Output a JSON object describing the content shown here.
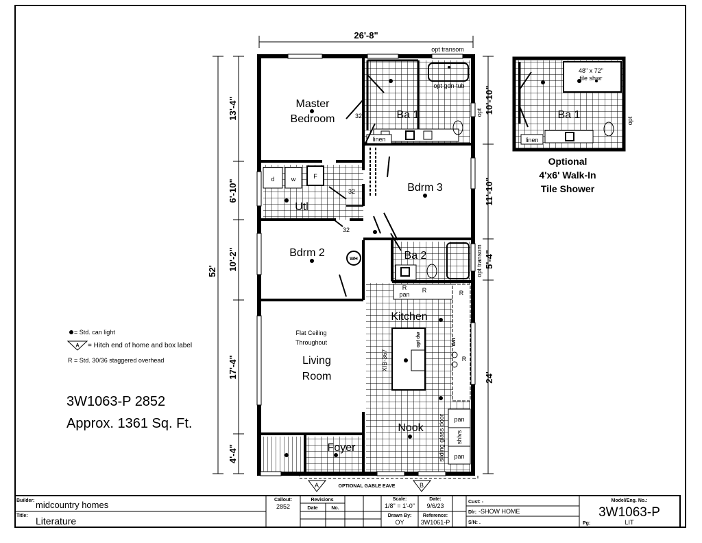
{
  "overall": {
    "width": "26'-8\"",
    "length": "52'"
  },
  "left_dims": [
    "13'-4\"",
    "6'-10\"",
    "10'-2\"",
    "17'-4\"",
    "4'-4\""
  ],
  "right_dims": [
    "10'-10\"",
    "11'-10\"",
    "5'-4\"",
    "24'"
  ],
  "rooms": {
    "master": [
      "Master",
      "Bedroom"
    ],
    "ba1": "Ba 1",
    "utl": "Utl",
    "bdrm3": "Bdrm 3",
    "bdrm2": "Bdrm 2",
    "ba2": "Ba 2",
    "kitchen": "Kitchen",
    "living": [
      "Living",
      "Room"
    ],
    "flat_ceiling": [
      "Flat Ceiling",
      "Throughout"
    ],
    "nook": "Nook",
    "foyer": "Foyer"
  },
  "labels": {
    "opt_transom_top": "opt transom",
    "opt_gdn_tub": "opt gdn tub",
    "linen": "linen",
    "opt": "opt",
    "opt_transom_side": "opt transom",
    "door_32": "32",
    "d": "d",
    "w": "w",
    "f": "F",
    "wh": "WH",
    "r": "R",
    "pan": "pan",
    "dwr": "dwr",
    "opt_dw": "opt dw",
    "xib": "XIB-367",
    "shlvs": "shlvs",
    "sliding_glass_door": "sliding glass door",
    "gable_eave": "OPTIONAL GABLE EAVE",
    "hitch_a": "A",
    "hitch_b": "B"
  },
  "optional_shower": {
    "size": "48\" x 72\"",
    "type": "tile shwr",
    "bath": "Ba 1",
    "linen": "linen",
    "opt": "opt",
    "caption": [
      "Optional",
      "4'x6' Walk-In",
      "Tile Shower"
    ]
  },
  "legend": {
    "can_light": "= Std. can light",
    "hitch_symbol": "A",
    "hitch": "= Hitch end of home and box label",
    "overhead": "R = Std. 30/36 staggered overhead"
  },
  "model_summary": {
    "line1": "3W1063-P 2852",
    "line2": "Approx. 1361 Sq. Ft."
  },
  "title_block": {
    "builder_label": "Builder:",
    "builder": "midcountry homes",
    "title_label": "Title:",
    "title": "Literature",
    "callout_label": "Callout:",
    "callout": "2852",
    "revisions_label": "Revisions",
    "date_col": "Date",
    "no_col": "No.",
    "scale_label": "Scale:",
    "scale": "1/8\" = 1'-0\"",
    "drawn_by_label": "Drawn By:",
    "drawn_by": "OY",
    "date_label": "Date:",
    "date": "9/6/23",
    "reference_label": "Reference:",
    "reference": "3W1061-P",
    "cust": "Cust: -",
    "dlr_label": "Dlr:",
    "dlr": "-SHOW HOME",
    "sn": "S/N: .",
    "model_label": "Model/Eng. No.:",
    "model": "3W1063-P",
    "pg_label": "Pg:",
    "pg": "LIT"
  }
}
